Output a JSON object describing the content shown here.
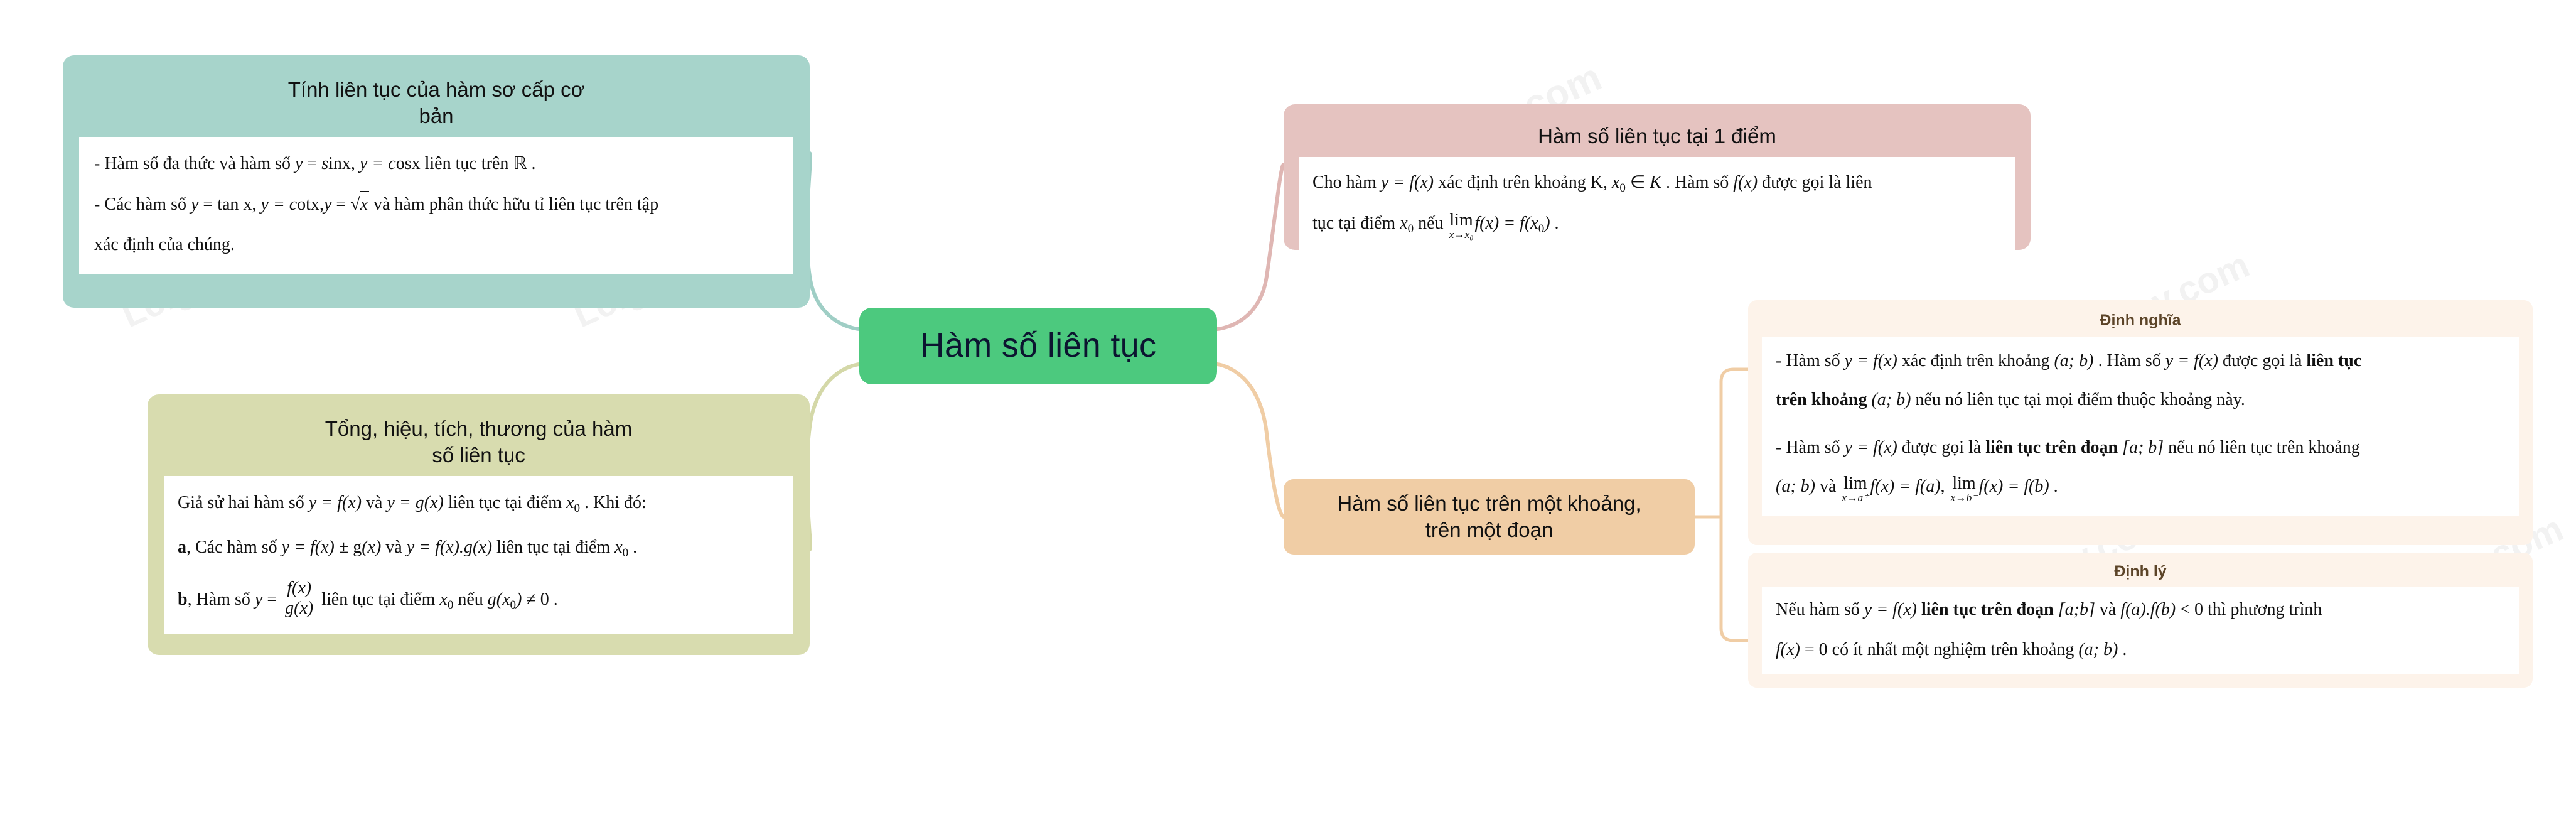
{
  "diagram": {
    "type": "mind-map",
    "title": "Hàm số liên tục",
    "watermark": "Loigiaihay.com"
  },
  "center": {
    "label": "Hàm số liên tục",
    "color": "#4CC97E",
    "text_color": "#0c1430"
  },
  "branches": {
    "co_ban": {
      "title": "Tính liên tục của hàm sơ cấp cơ\nbản",
      "color": "#A7D4CB",
      "body": {
        "line1_pre": "- Hàm số đa thức và hàm số ",
        "line1_math_y1": "y",
        "line1_math_eq": " = ",
        "line1_math_sin": "s",
        "line1_math_sinx": "inx,",
        "line1_math_y2": " y",
        "line1_math_cos": " = c",
        "line1_math_cosx": "osx",
        "line1_post": " liên tục trên ",
        "line1_R": "ℝ",
        "line1_end": " .",
        "line2_pre": "- Các hàm số ",
        "line2_m1": "y",
        "line2_m2": " = tan x, ",
        "line2_m3": "y",
        "line2_m4": " = c",
        "line2_m5": "otx,",
        "line2_m6": "y",
        "line2_m7": " = ",
        "line2_sqrt": "x",
        "line2_post": " và hàm phân thức hữu tỉ liên tục trên  tập",
        "line3": "xác định của chúng."
      }
    },
    "tong_hieu": {
      "title": "Tổng, hiệu, tích, thương của hàm\nsố liên tục",
      "color": "#D8DCAF",
      "body": {
        "line1_pre": "Giả sử hai hàm số ",
        "line1_f": "y",
        "line1_f2": " = f",
        "line1_f3": "(x)",
        "line1_mid": " và ",
        "line1_g": "y",
        "line1_g2": " = g",
        "line1_g3": "(x)",
        "line1_post": " liên tục tại điểm ",
        "line1_x0": "x",
        "line1_sub": "0",
        "line1_end": " . Khi đó:",
        "line2_label": "a",
        "line2_pre": ", Các hàm số ",
        "line2_m1": "y",
        "line2_m2": " = f",
        "line2_m3": "(x)",
        "line2_m4": " ± g",
        "line2_m5": "(x)",
        "line2_mid": " và ",
        "line2_m6": "y",
        "line2_m7": " = f",
        "line2_m8": "(x).g",
        "line2_m9": "(x)",
        "line2_post": " liên tục tại điểm ",
        "line2_x0": "x",
        "line2_sub": "0",
        "line2_end": " .",
        "line3_label": "b",
        "line3_pre": ", Hàm số ",
        "line3_y": "y",
        "line3_eq": " = ",
        "line3_num": "f(x)",
        "line3_den": "g(x)",
        "line3_post": " liên tục tại điểm ",
        "line3_x0": "x",
        "line3_sub": "0",
        "line3_neu": " nếu ",
        "line3_g": "g",
        "line3_gx": "(x",
        "line3_gsub": "0",
        "line3_gend": ")",
        "line3_ne": " ≠ 0",
        "line3_end": " ."
      }
    },
    "tai_1_diem": {
      "title": "Hàm số liên tục tại 1 điểm",
      "color": "#E5C3C0",
      "body": {
        "line1_pre": "Cho hàm ",
        "line1_m1": "y",
        "line1_m2": " = f",
        "line1_m3": "(x)",
        "line1_mid": " xác định trên khoảng K, ",
        "line1_x0": "x",
        "line1_sub": "0",
        "line1_in": " ∈ ",
        "line1_K": "K",
        "line1_dot": " . Hàm số ",
        "line1_fx": "f",
        "line1_fx2": "(x)",
        "line1_post": " được gọi là liên",
        "line2_pre": "tục tại điểm ",
        "line2_x0": "x",
        "line2_sub": "0",
        "line2_neu": " nếu ",
        "line2_lim_top": "lim",
        "line2_lim_bot": "x→x₀",
        "line2_f": "f",
        "line2_fx": "(x)",
        "line2_eq": " = f",
        "line2_fx0": "(x",
        "line2_fx0sub": "0",
        "line2_fx0end": ")",
        "line2_end": " ."
      }
    },
    "khoang_doan": {
      "title": "Hàm số liên tục trên một khoảng,\ntrên một đoạn",
      "color": "#F0CDA5"
    },
    "dinh_nghia": {
      "title": "Định nghĩa",
      "title_color": "#5C4428",
      "color": "#FDF3EA",
      "body": {
        "p1_pre": "- Hàm số ",
        "p1_m1": "y",
        "p1_m2": " = f",
        "p1_m3": "(x)",
        "p1_mid": " xác định trên khoảng ",
        "p1_ab": "(a; b)",
        "p1_dot": " . Hàm số ",
        "p1_m4": "y",
        "p1_m5": " = f",
        "p1_m6": "(x)",
        "p1_post": " được gọi là ",
        "p1_bold": "liên tục",
        "p2_bold": "trên khoảng",
        "p2_ab": "(a; b)",
        "p2_post": " nếu nó liên tục tại mọi điểm thuộc khoảng này.",
        "p3_pre": "- Hàm số ",
        "p3_m1": "y",
        "p3_m2": " = f",
        "p3_m3": "(x)",
        "p3_post": " được gọi là ",
        "p3_bold": "liên tục trên đoạn",
        "p3_ab": "[a; b]",
        "p3_end": " nếu nó liên tục trên khoảng",
        "p4_ab": "(a; b)",
        "p4_va": " và ",
        "p4_lim1_top": "lim",
        "p4_lim1_bot": "x→a⁺",
        "p4_f1": "f",
        "p4_fx1": "(x)",
        "p4_eq1": " = f",
        "p4_fa": "(a)",
        "p4_comma": ", ",
        "p4_lim2_top": "lim",
        "p4_lim2_bot": "x→b⁻",
        "p4_f2": "f",
        "p4_fx2": "(x)",
        "p4_eq2": " = f",
        "p4_fb": "(b)",
        "p4_end": " ."
      }
    },
    "dinh_ly": {
      "title": "Định lý",
      "title_color": "#5C4428",
      "color": "#FDF3EA",
      "body": {
        "p1_pre": "Nếu hàm số ",
        "p1_m1": "y",
        "p1_m2": " = f",
        "p1_m3": "(x)",
        "p1_bold": " liên tục trên đoạn ",
        "p1_ab": "[a;b]",
        "p1_va": "  và ",
        "p1_f1": "f",
        "p1_fa": "(a).",
        "p1_f2": "f",
        "p1_fb": "(b)",
        "p1_lt": " < 0",
        "p1_post": " thì phương trình",
        "p2_f": "f",
        "p2_fx": "(x)",
        "p2_eq": " = 0",
        "p2_mid": " có ít nhất một nghiệm trên khoảng ",
        "p2_ab": "(a; b)",
        "p2_end": " ."
      }
    }
  },
  "connector_colors": {
    "co_ban": "#9FCEC5",
    "tong_hieu": "#D4D8A8",
    "tai_1_diem": "#DFB6B3",
    "khoang_doan": "#F0CDA5"
  }
}
